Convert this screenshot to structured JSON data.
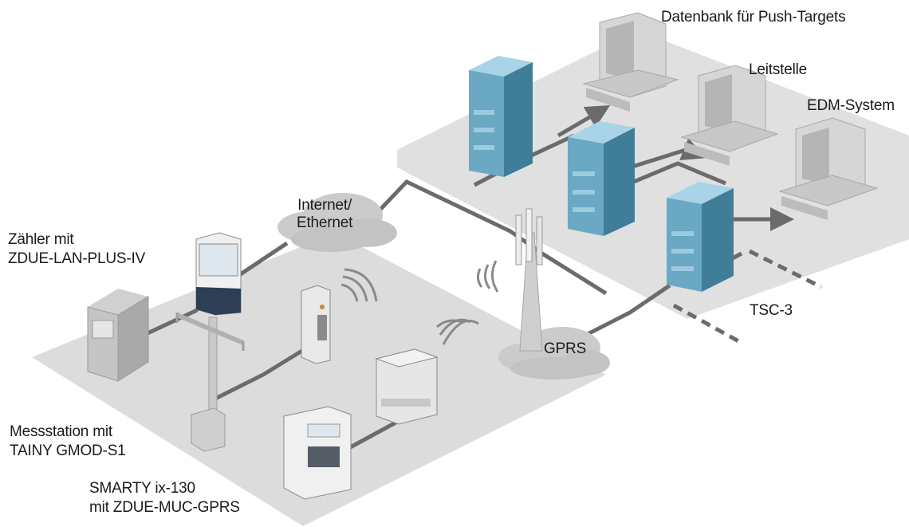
{
  "labels": {
    "database": "Datenbank für Push-Targets",
    "leitstelle": "Leitstelle",
    "edm": "EDM-System",
    "tsc": "TSC-3",
    "internet_line1": "Internet/",
    "internet_line2": "Ethernet",
    "gprs": "GPRS",
    "zaehler_line1": "Zähler mit",
    "zaehler_line2": "ZDUE-LAN-PLUS-IV",
    "messstation_line1": "Messstation mit",
    "messstation_line2": "TAINY GMOD-S1",
    "smarty_line1": "SMARTY ix-130",
    "smarty_line2": "mit ZDUE-MUC-GPRS"
  },
  "colors": {
    "platform": "#dcdcdc",
    "line": "#6b6b6b",
    "server_front": "#6aa8c4",
    "server_side": "#3f7d99",
    "server_top": "#a9d3e6",
    "cloud": "#c9c9c9"
  }
}
